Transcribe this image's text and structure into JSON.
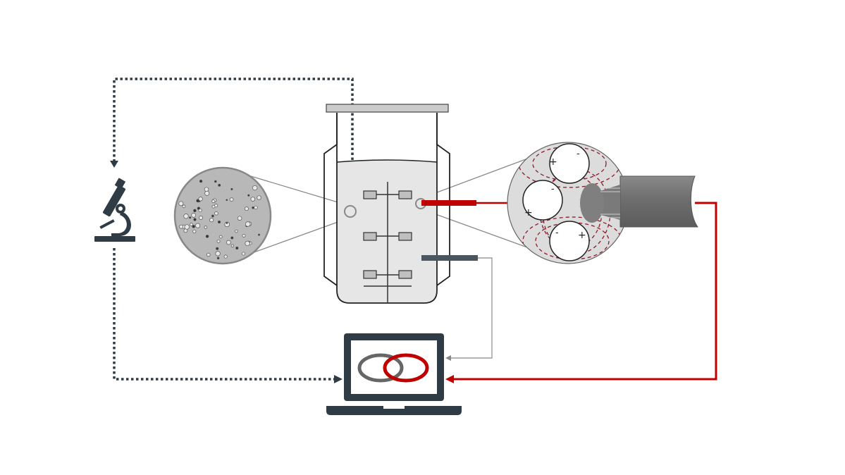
{
  "diagram": {
    "nodes": [
      {
        "id": "microscope",
        "icon": "microscope-icon"
      },
      {
        "id": "cell-micrograph",
        "icon": "magnified-cell-image"
      },
      {
        "id": "bioreactor",
        "icon": "bioreactor-vessel"
      },
      {
        "id": "probe-detail",
        "icon": "capacitance-probe-detail"
      },
      {
        "id": "laptop",
        "icon": "laptop-icon"
      }
    ],
    "connections": [
      {
        "from": "bioreactor",
        "to": "microscope",
        "style": "dotted"
      },
      {
        "from": "microscope",
        "to": "laptop",
        "style": "dotted"
      },
      {
        "from": "bioreactor",
        "to": "laptop",
        "style": "solid-thin"
      },
      {
        "from": "probe-detail",
        "to": "laptop",
        "style": "solid-thick"
      }
    ],
    "probe_charge_symbols": [
      "+",
      "-"
    ]
  },
  "colors": {
    "dark": "#2f3b45",
    "accent_red": "#c00000",
    "dark_red": "#8b1a2b",
    "vessel_fill": "#e6e6e6",
    "micrograph_fill": "#b8b8b8",
    "probe_body": "#7d7d7d",
    "outline": "#222222",
    "gray_line": "#888888"
  }
}
